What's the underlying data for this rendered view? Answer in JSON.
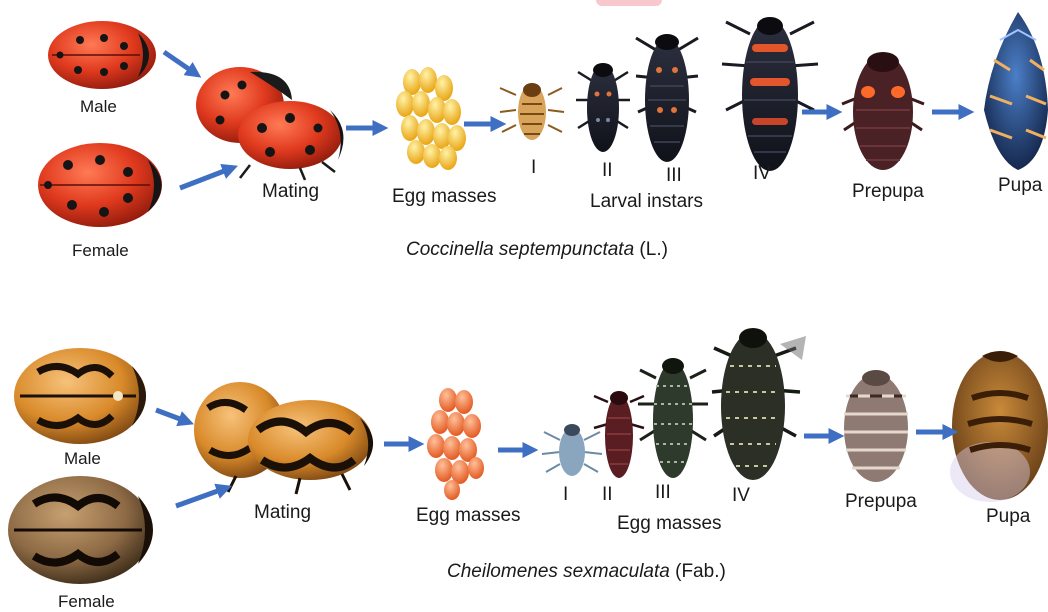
{
  "row1": {
    "male": "Male",
    "female": "Female",
    "mating": "Mating",
    "eggs": "Egg masses",
    "instar_1": "I",
    "instar_2": "II",
    "instar_3": "III",
    "instar_4": "IV",
    "larval_label": "Larval instars",
    "prepupa": "Prepupa",
    "pupa": "Pupa",
    "species_name": "Coccinella septempunctata",
    "species_author": "(L.)"
  },
  "row2": {
    "male": "Male",
    "female": "Female",
    "mating": "Mating",
    "eggs": "Egg masses",
    "instar_1": "I",
    "instar_2": "II",
    "instar_3": "III",
    "instar_4": "IV",
    "larval_label": "Egg masses",
    "prepupa": "Prepupa",
    "pupa": "Pupa",
    "species_name": "Cheilomenes sexmaculata",
    "species_author": "(Fab.)"
  },
  "colors": {
    "arrow": "#3f6fc3",
    "coccinella_red": "#e03a1e",
    "cheilomenes_orange": "#d98a2a",
    "egg_yellow": "#f5c02a",
    "egg_orange": "#f2723a"
  }
}
